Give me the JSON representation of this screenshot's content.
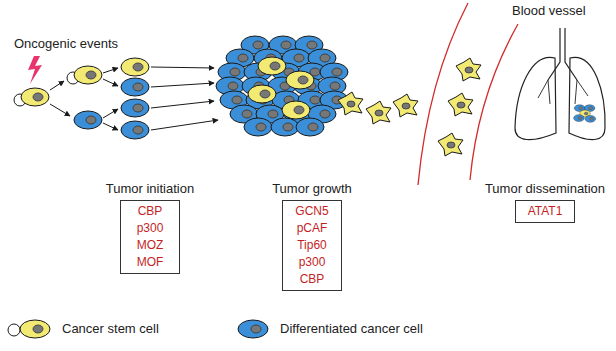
{
  "diagram": {
    "nodes": [
      {
        "text": [
          "Tumor initiation",
          "CBP",
          "p300",
          "MOZ",
          "MOF"
        ]
      },
      {
        "text": [
          "Tumor growth",
          "GCN5",
          "pCAF",
          "Tip60",
          "p300",
          "CBP"
        ]
      },
      {
        "text": [
          "Tumor dissemination",
          "ATAT1"
        ]
      }
    ],
    "labels": [
      "Oncogenic events",
      "Blood vessel"
    ],
    "legend": [
      {
        "text": "Cancer stem cell",
        "color": "#f3ea74"
      },
      {
        "text": "Differentiated cancer cell",
        "color": "#3a8fd8"
      }
    ]
  }
}
